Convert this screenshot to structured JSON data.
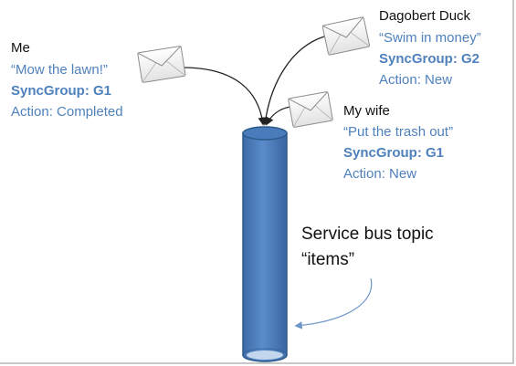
{
  "messages": [
    {
      "sender": "Me",
      "quote": "“Mow the lawn!”",
      "sync_group": "SyncGroup: G1",
      "action": "Action: Completed"
    },
    {
      "sender": "Dagobert Duck",
      "quote": "“Swim in money”",
      "sync_group": "SyncGroup: G2",
      "action": "Action: New"
    },
    {
      "sender": "My wife",
      "quote": "“Put the trash out”",
      "sync_group": "SyncGroup: G1",
      "action": "Action: New"
    }
  ],
  "topic": {
    "line1": "Service bus topic",
    "line2": "“items”"
  },
  "colors": {
    "text_dark": "#111111",
    "text_blue": "#4f81bd",
    "cylinder_fill": "#4f81bd",
    "cylinder_stroke": "#2c5a8c",
    "cylinder_top": "#bcd0ea",
    "envelope_fill": "#f4f4f4",
    "envelope_stroke": "#8c8c8c",
    "arrow_dark": "#222222",
    "arrow_blue": "#4f81bd"
  },
  "icons": [
    "envelope-icon"
  ]
}
